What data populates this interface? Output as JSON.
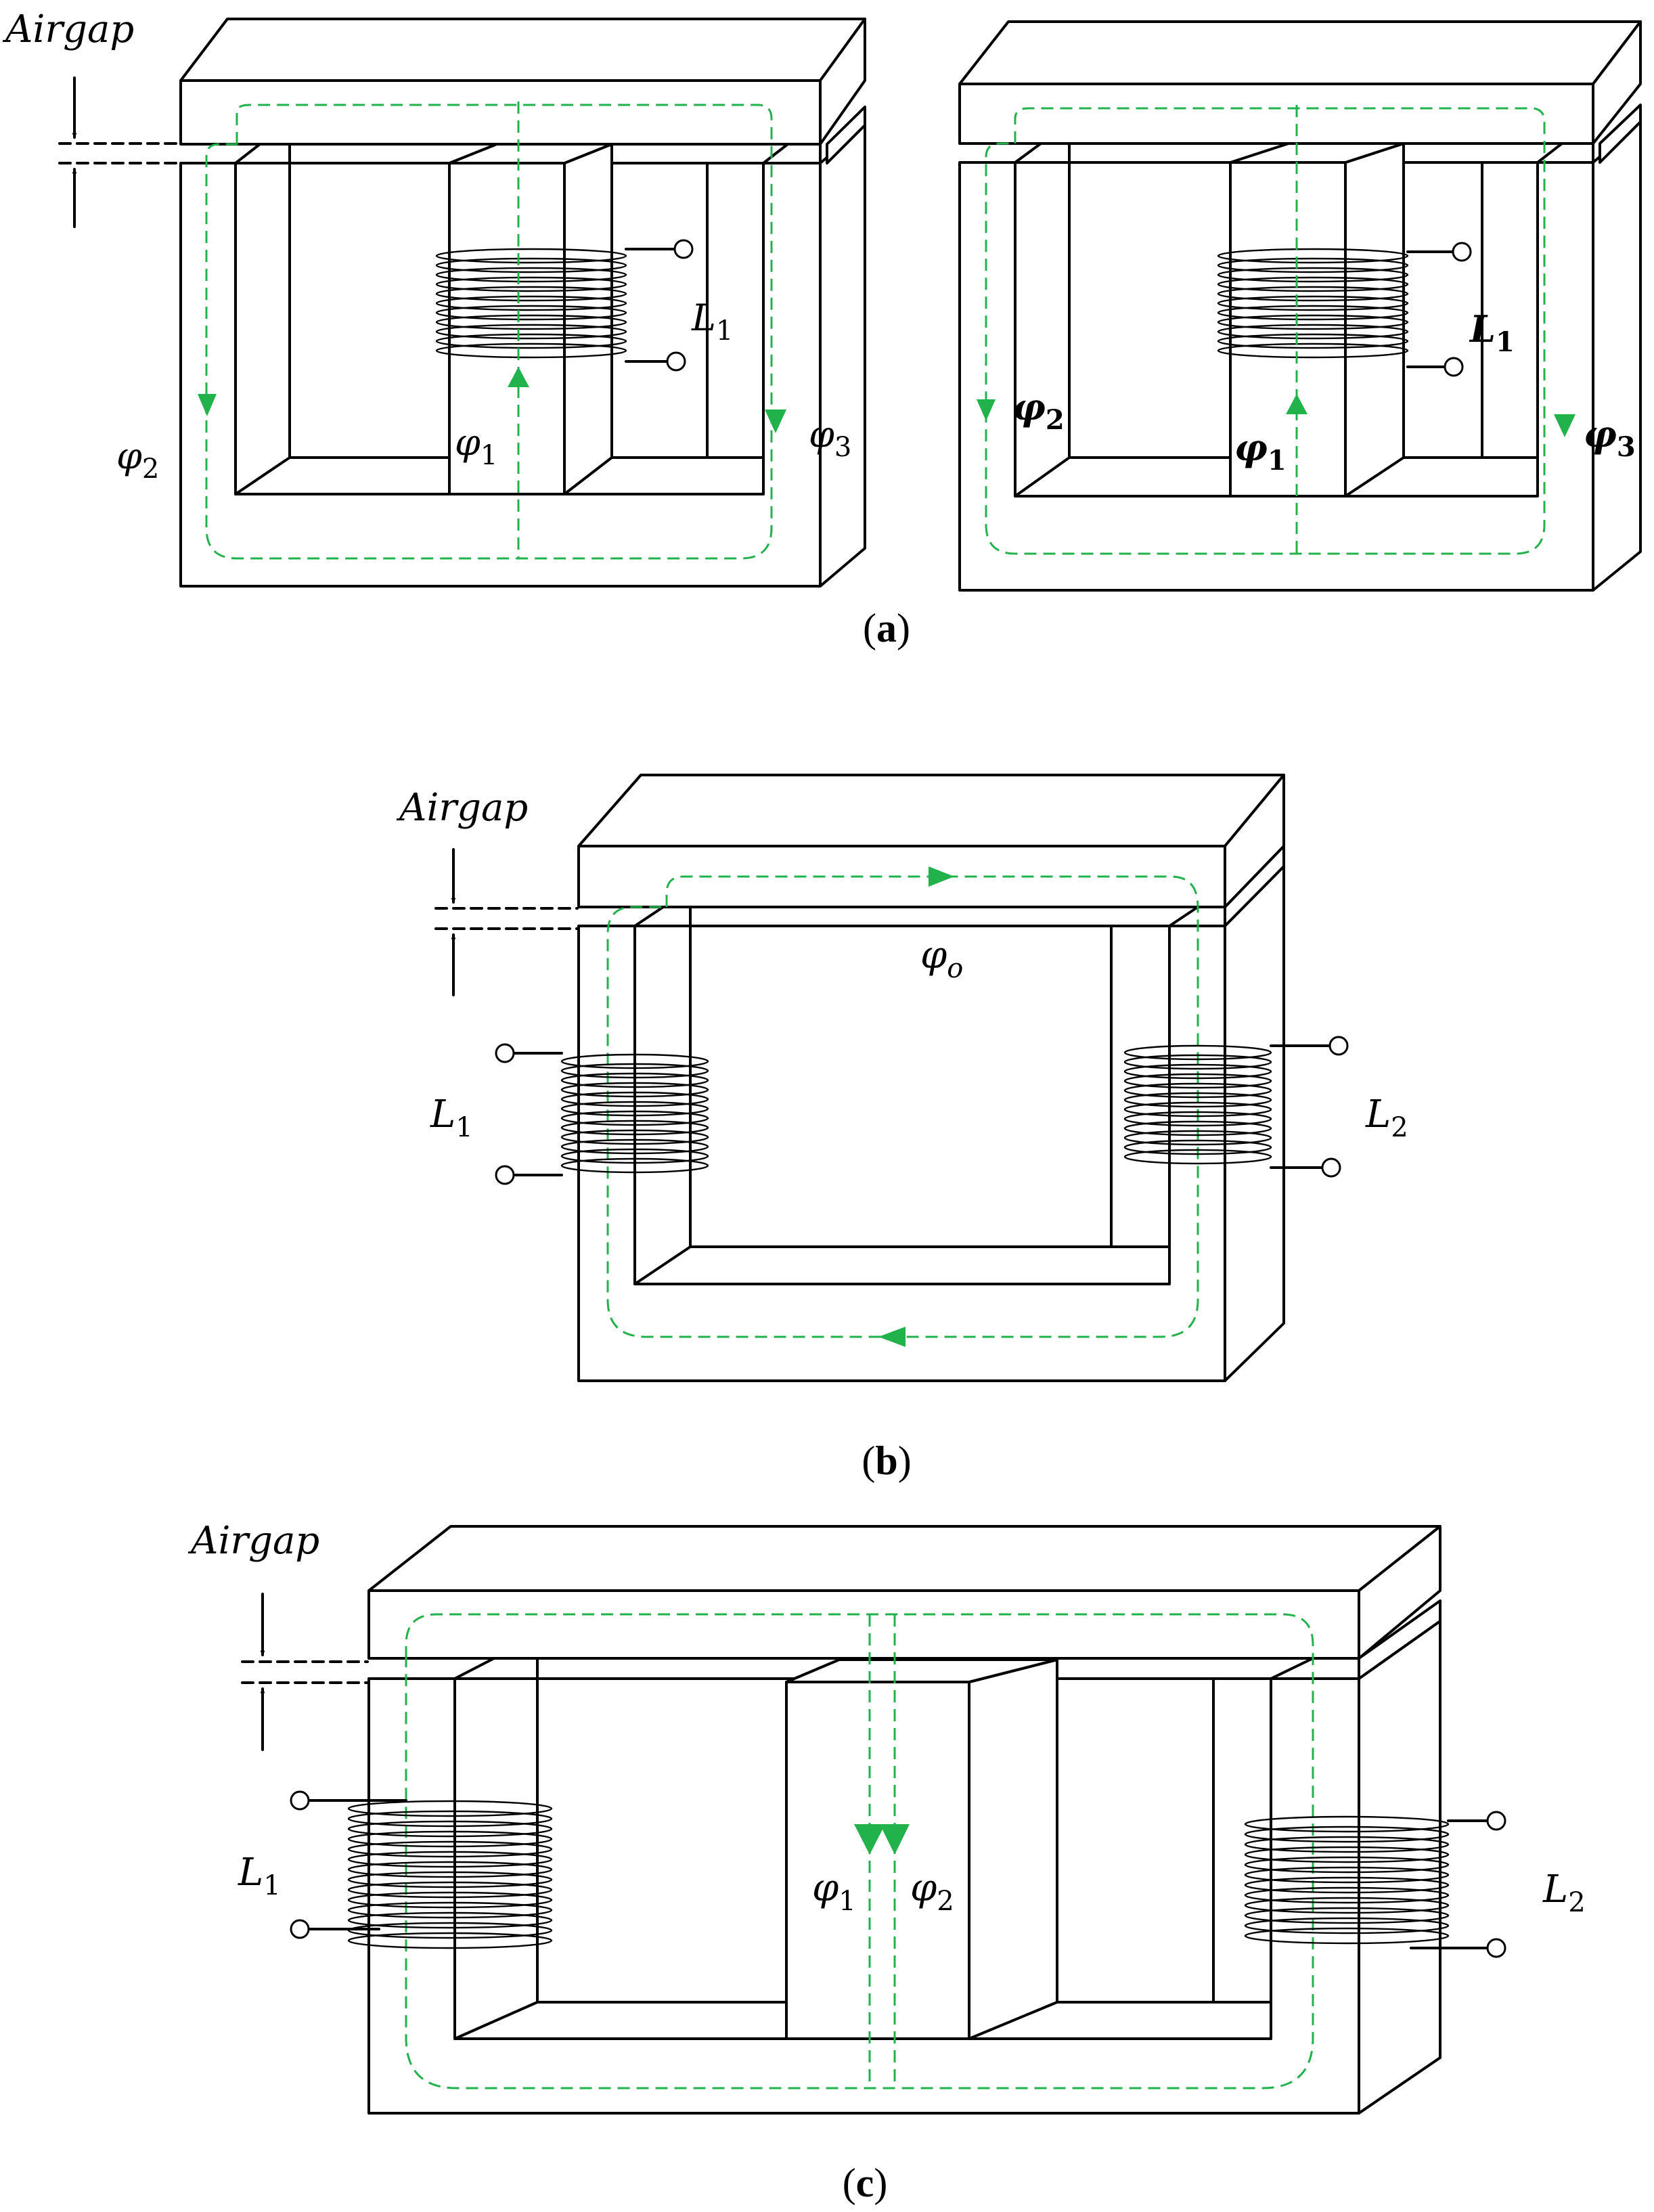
{
  "colors": {
    "flux": "#22b24c",
    "outline": "#000000",
    "background": "#ffffff"
  },
  "panel_a": {
    "caption": "(a)",
    "caption_letter": "a",
    "airgap": "Airgap",
    "left": {
      "coil": {
        "symbol": "L",
        "sub": "1"
      },
      "flux_left": {
        "symbol": "φ",
        "sub": "2"
      },
      "flux_center": {
        "symbol": "φ",
        "sub": "1"
      },
      "flux_right": {
        "symbol": "φ",
        "sub": "3"
      }
    },
    "right": {
      "coil": {
        "symbol": "L",
        "sub": "1"
      },
      "flux_left": {
        "symbol": "φ",
        "sub": "2"
      },
      "flux_center": {
        "symbol": "φ",
        "sub": "1"
      },
      "flux_right": {
        "symbol": "φ",
        "sub": "3"
      }
    }
  },
  "panel_b": {
    "caption": "(b)",
    "caption_letter": "b",
    "airgap": "Airgap",
    "coil_left": {
      "symbol": "L",
      "sub": "1"
    },
    "coil_right": {
      "symbol": "L",
      "sub": "2"
    },
    "flux": {
      "symbol": "φ",
      "sub": "o"
    }
  },
  "panel_c": {
    "caption": "(c)",
    "caption_letter": "c",
    "airgap": "Airgap",
    "coil_left": {
      "symbol": "L",
      "sub": "1"
    },
    "coil_right": {
      "symbol": "L",
      "sub": "2"
    },
    "flux_1": {
      "symbol": "φ",
      "sub": "1"
    },
    "flux_2": {
      "symbol": "φ",
      "sub": "2"
    }
  }
}
